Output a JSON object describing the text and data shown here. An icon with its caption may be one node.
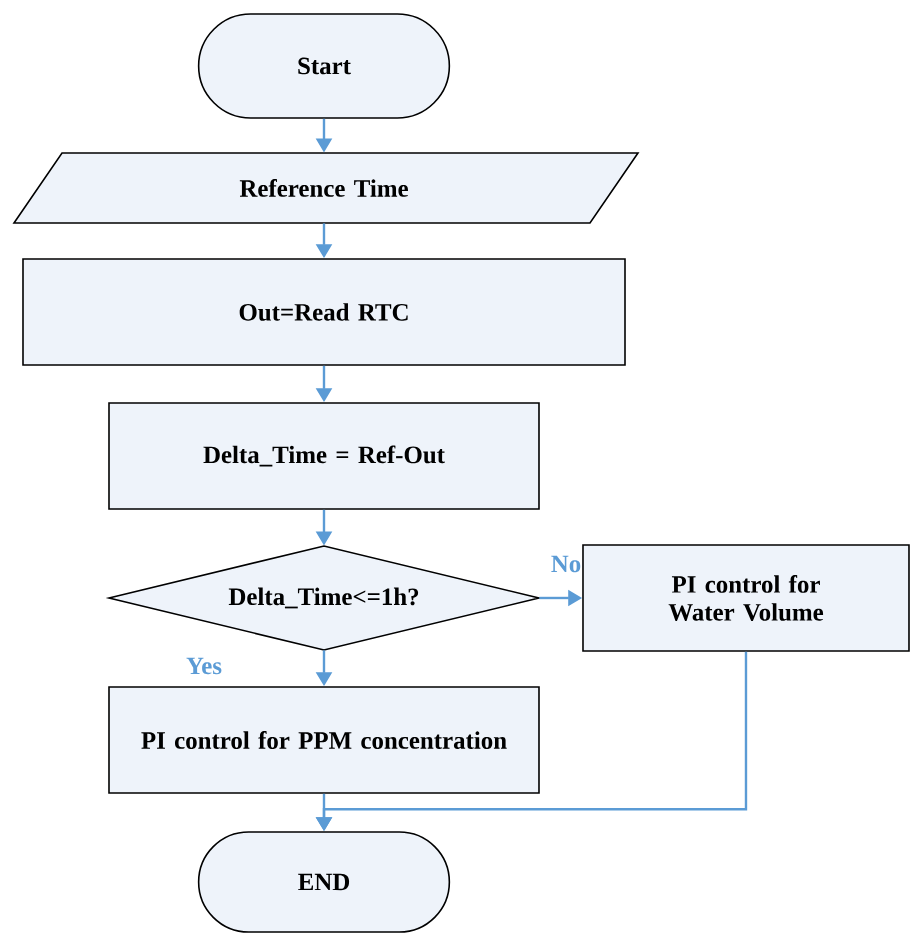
{
  "diagram": {
    "nodes": [
      {
        "text": [
          "Start"
        ]
      },
      {
        "text": [
          "Reference Time"
        ]
      },
      {
        "text": [
          "Out=Read RTC"
        ]
      },
      {
        "text": [
          "Delta_Time = Ref-Out"
        ]
      },
      {
        "text": [
          "Delta_Time<=1h?"
        ]
      },
      {
        "text": [
          "PI control for Water Volume"
        ]
      },
      {
        "text": [
          "PI control for PPM concentration"
        ]
      },
      {
        "text": [
          "END"
        ]
      }
    ],
    "edges": [
      {
        "from": 0,
        "to": 1,
        "arrow": "to"
      },
      {
        "from": 1,
        "to": 2,
        "arrow": "to"
      },
      {
        "from": 2,
        "to": 3,
        "arrow": "to"
      },
      {
        "from": 3,
        "to": 4,
        "arrow": "to"
      },
      {
        "from": 4,
        "to": 5,
        "arrow": "to",
        "label": "No"
      },
      {
        "from": 4,
        "to": 6,
        "arrow": "to",
        "label": "Yes"
      },
      {
        "from": 6,
        "to": 7,
        "arrow": "to"
      },
      {
        "from": 5,
        "to": 7,
        "arrow": "to"
      }
    ]
  }
}
